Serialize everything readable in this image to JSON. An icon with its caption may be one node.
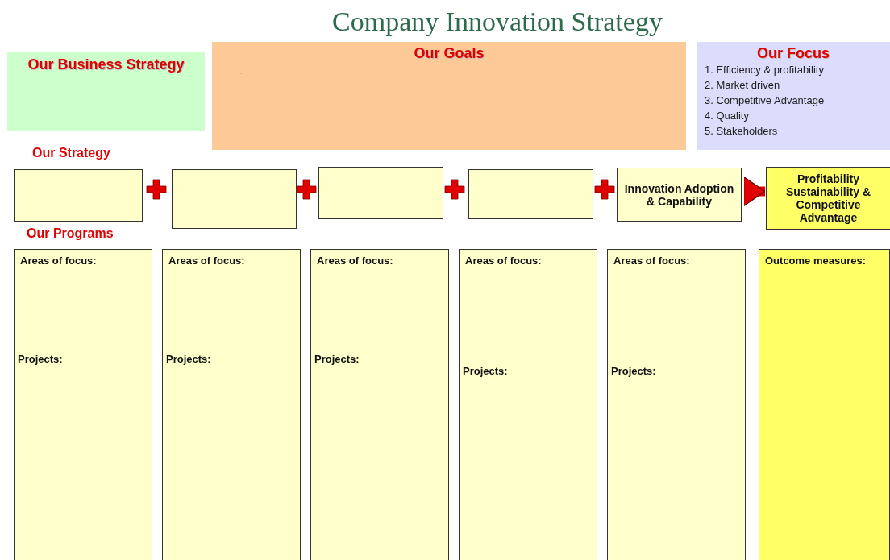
{
  "diagram": {
    "title": "Company Innovation Strategy",
    "nodes": [
      {
        "text": [
          "Our Business Strategy"
        ]
      },
      {
        "text": [
          "Our Goals",
          "-"
        ]
      },
      {
        "text": [
          "Our Focus",
          "1. Efficiency & profitability",
          "2. Market driven",
          "3. Competitive Advantage",
          "4. Quality",
          "5. Stakeholders"
        ]
      },
      {
        "text": [],
        "shape": "box"
      },
      {
        "text": [],
        "shape": "box"
      },
      {
        "text": [],
        "shape": "box"
      },
      {
        "text": [],
        "shape": "box"
      },
      {
        "text": [
          "Innovation Adoption & Capability"
        ]
      },
      {
        "text": [
          "Profitability Sustainability & Competitive Advantage"
        ]
      },
      {
        "text": [
          "Areas of focus:",
          "Projects:"
        ]
      },
      {
        "text": [
          "Areas of focus:",
          "Projects:"
        ]
      },
      {
        "text": [
          "Areas of focus:",
          "Projects:"
        ]
      },
      {
        "text": [
          "Areas of focus:",
          "Projects:"
        ]
      },
      {
        "text": [
          "Areas of focus:",
          "Projects:"
        ]
      },
      {
        "text": [
          "Outcome measures:"
        ]
      }
    ],
    "edges": [
      {
        "from": 7,
        "to": 8,
        "arrow": "to"
      }
    ],
    "labels": [
      "Our Strategy",
      "Our Programs"
    ]
  }
}
